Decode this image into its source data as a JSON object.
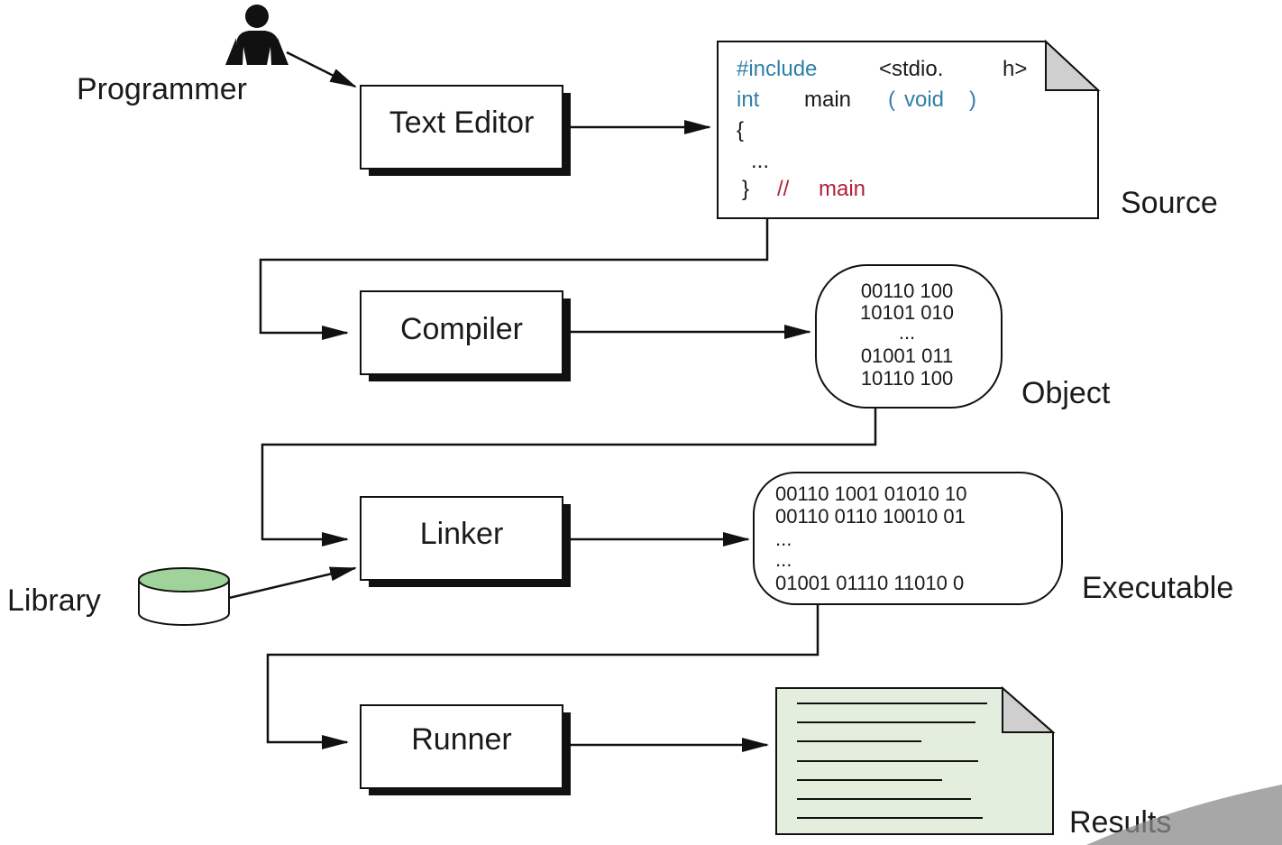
{
  "labels": {
    "programmer": "Programmer",
    "source": "Source",
    "object": "Object",
    "library": "Library",
    "executable": "Executable",
    "results": "Results"
  },
  "boxes": {
    "text_editor": "Text Editor",
    "compiler": "Compiler",
    "linker": "Linker",
    "runner": "Runner"
  },
  "source_code": {
    "line1_a": "#include",
    "line1_b": "<stdio.",
    "line1_c": "h>",
    "line2_a": "int",
    "line2_b": "main",
    "line2_c": "(",
    "line2_d": "void",
    "line2_e": ")",
    "line3": "{",
    "line4": "...",
    "line5_a": "}",
    "line5_b": "//",
    "line5_c": "main"
  },
  "object_code": [
    "00110 100",
    "10101 010",
    "...",
    "01001 011",
    "10110 100"
  ],
  "executable_code": [
    "00110 1001 01010 10",
    "00110 0110 10010 01",
    "...",
    "...",
    "01001 01110 11010 0"
  ],
  "colors": {
    "keyword": "#2f7fa8",
    "comment": "#b0203a",
    "library_top": "#9fd39a",
    "results_fill": "#e4eedf",
    "shadow": "#111111"
  },
  "icons": {
    "programmer": "person-icon",
    "library": "database-cylinder-icon",
    "results": "document-icon"
  }
}
